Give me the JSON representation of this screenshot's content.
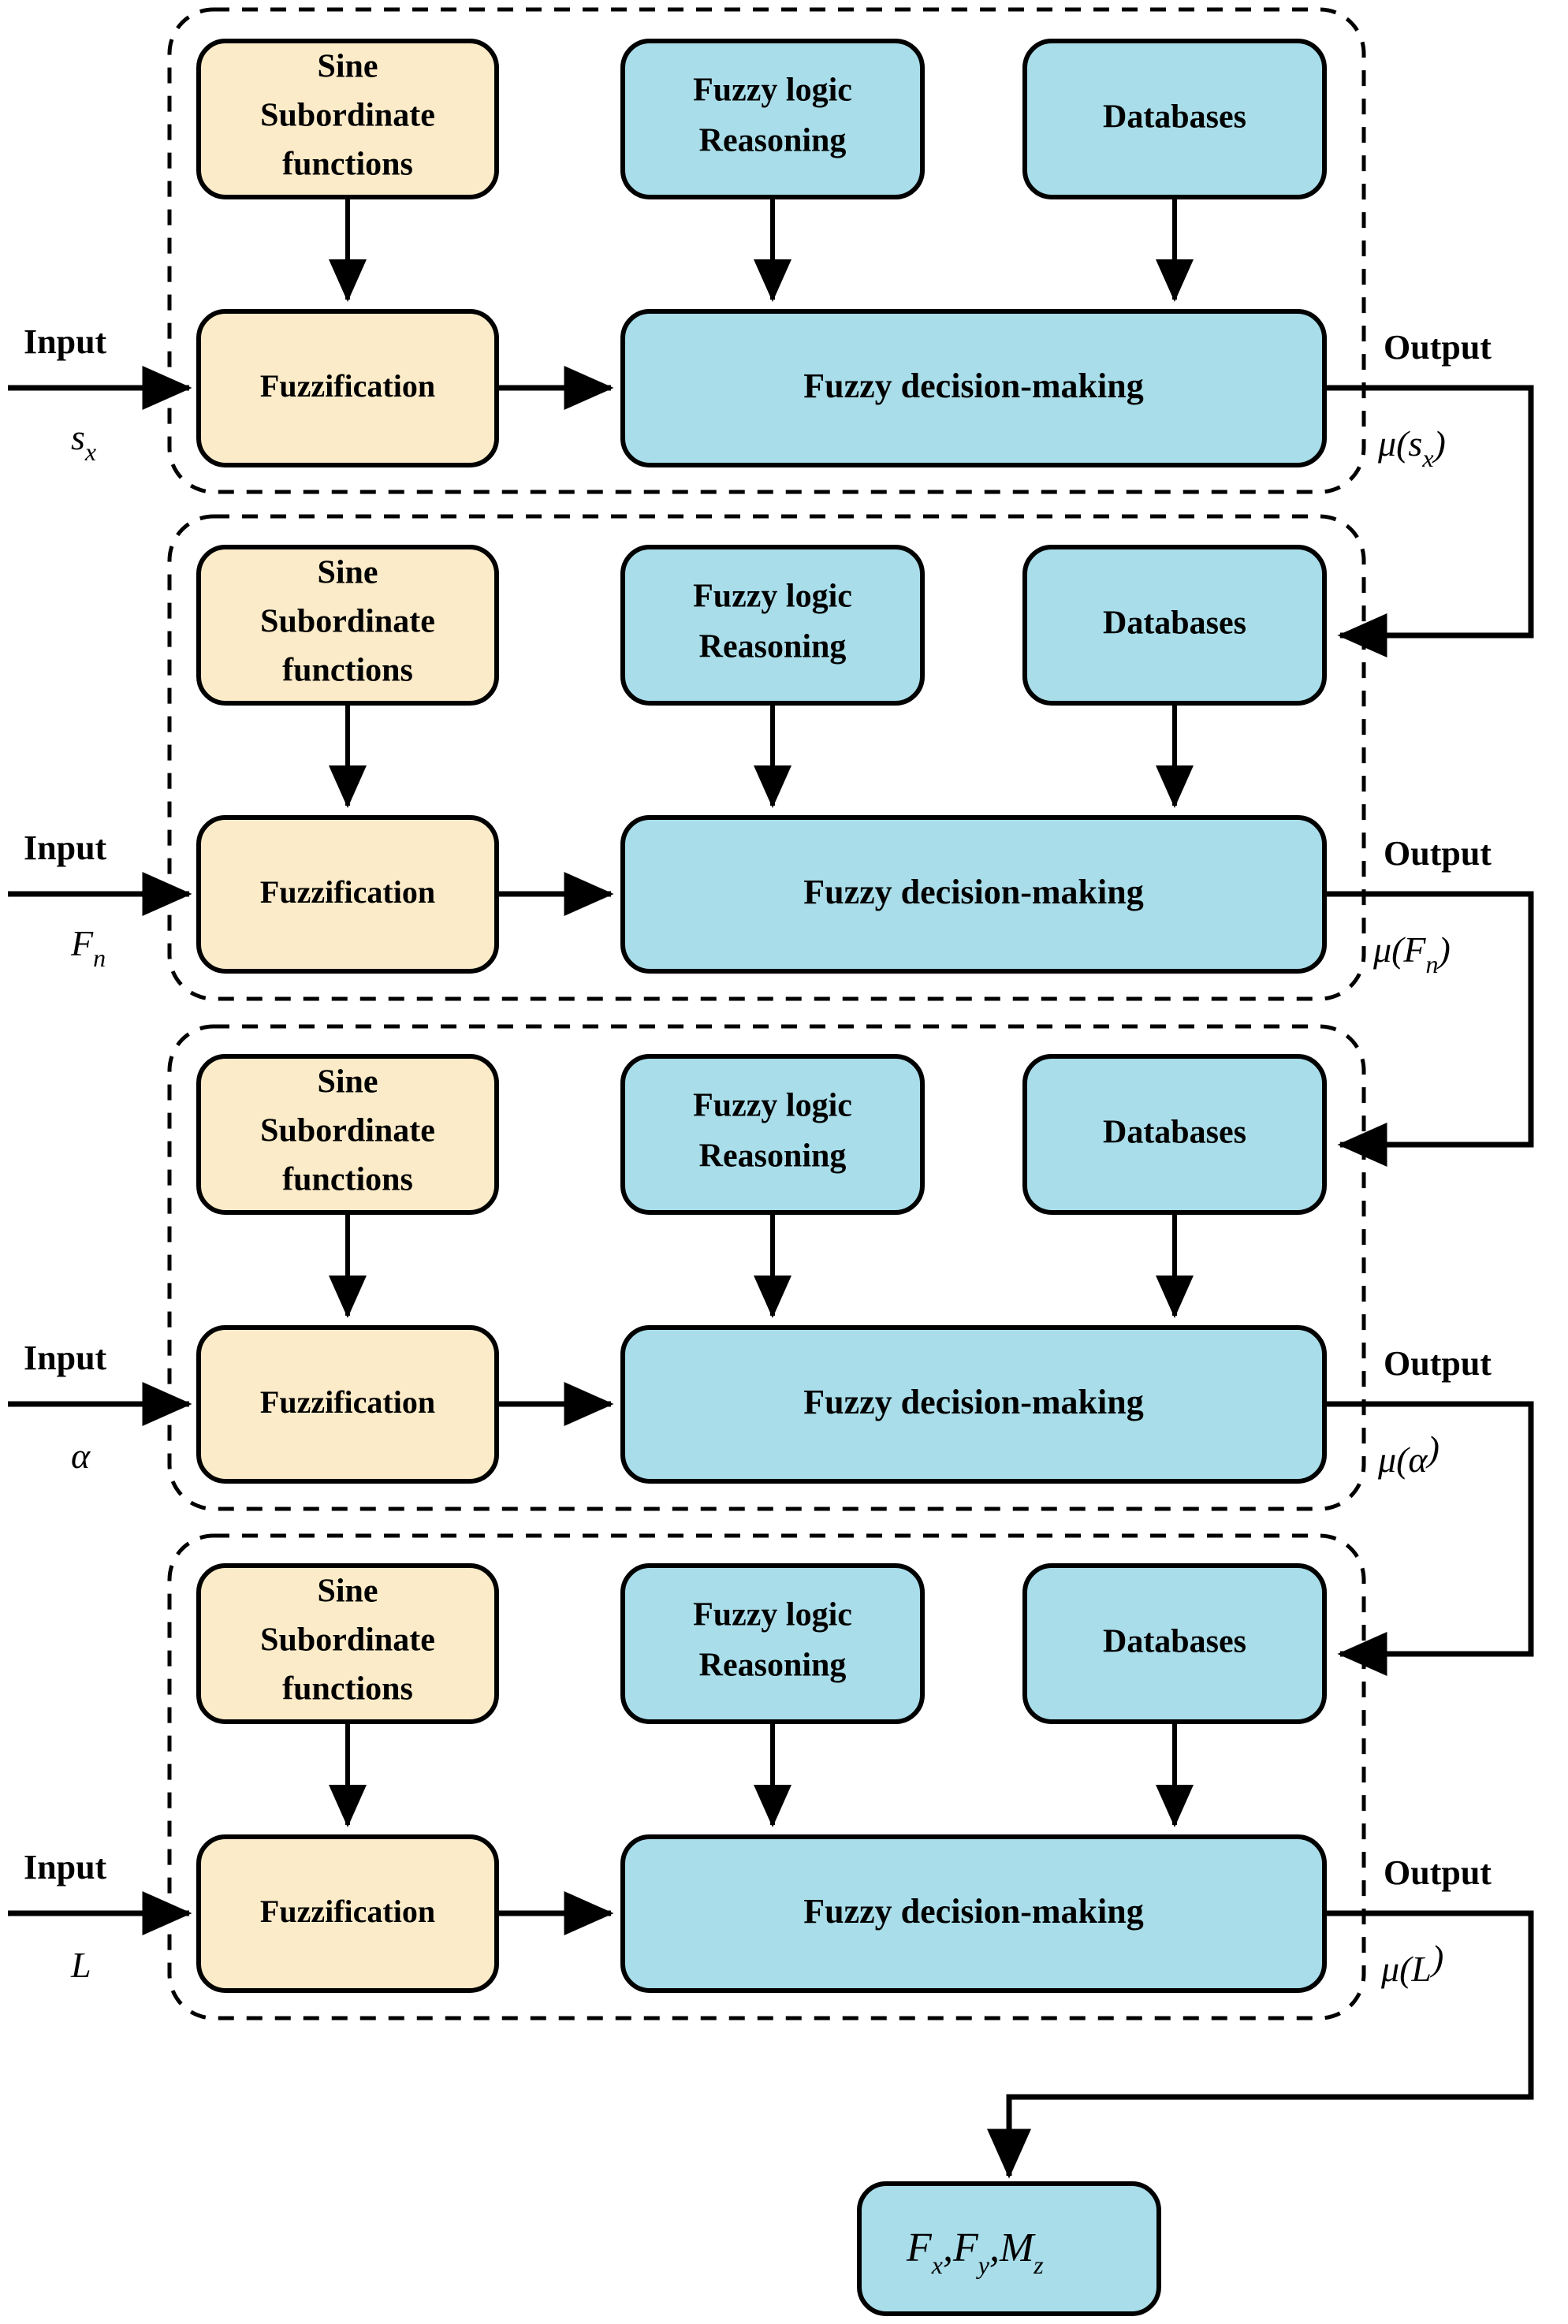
{
  "diagram": {
    "title": "Fuzzy logic multi-input decision-making block diagram",
    "colors": {
      "fuzzification_fill": "#FCEBC8",
      "fuzzy_fill": "#A8DDE9",
      "stroke": "#000000",
      "background": "#FFFFFF"
    },
    "common_labels": {
      "sine_subordinate_functions": "Sine\nSubordinate\nfunctions",
      "sine_line1": "Sine",
      "sine_line2": "Subordinate",
      "sine_line3": "functions",
      "fuzzy_logic_line1": "Fuzzy logic",
      "fuzzy_logic_line2": "Reasoning",
      "databases": "Databases",
      "fuzzification": "Fuzzification",
      "fuzzy_decision_making": "Fuzzy decision-making",
      "input": "Input",
      "output": "Output"
    },
    "blocks": [
      {
        "id": "block-sx",
        "input_label": "Input",
        "input_symbol": "s",
        "input_subscript": "x",
        "output_label": "Output",
        "output_symbol": "μ(s",
        "output_subscript": "x",
        "output_suffix": ")"
      },
      {
        "id": "block-fn",
        "input_label": "Input",
        "input_symbol": "F",
        "input_subscript": "n",
        "output_label": "Output",
        "output_symbol": "μ(F",
        "output_subscript": "n",
        "output_suffix": ")"
      },
      {
        "id": "block-alpha",
        "input_label": "Input",
        "input_symbol": "α",
        "input_subscript": "",
        "output_label": "Output",
        "output_symbol": "μ(α",
        "output_subscript": "",
        "output_suffix": ")"
      },
      {
        "id": "block-L",
        "input_label": "Input",
        "input_symbol": "L",
        "input_subscript": "",
        "output_label": "Output",
        "output_symbol": "μ(L",
        "output_subscript": "",
        "output_suffix": ")"
      }
    ],
    "final_output": {
      "id": "final-output-box",
      "symbol_1": "F",
      "sub_1": "x",
      "sep_1": ",",
      "symbol_2": "F",
      "sub_2": "y",
      "sep_2": ",",
      "symbol_3": "M",
      "sub_3": "z"
    }
  }
}
